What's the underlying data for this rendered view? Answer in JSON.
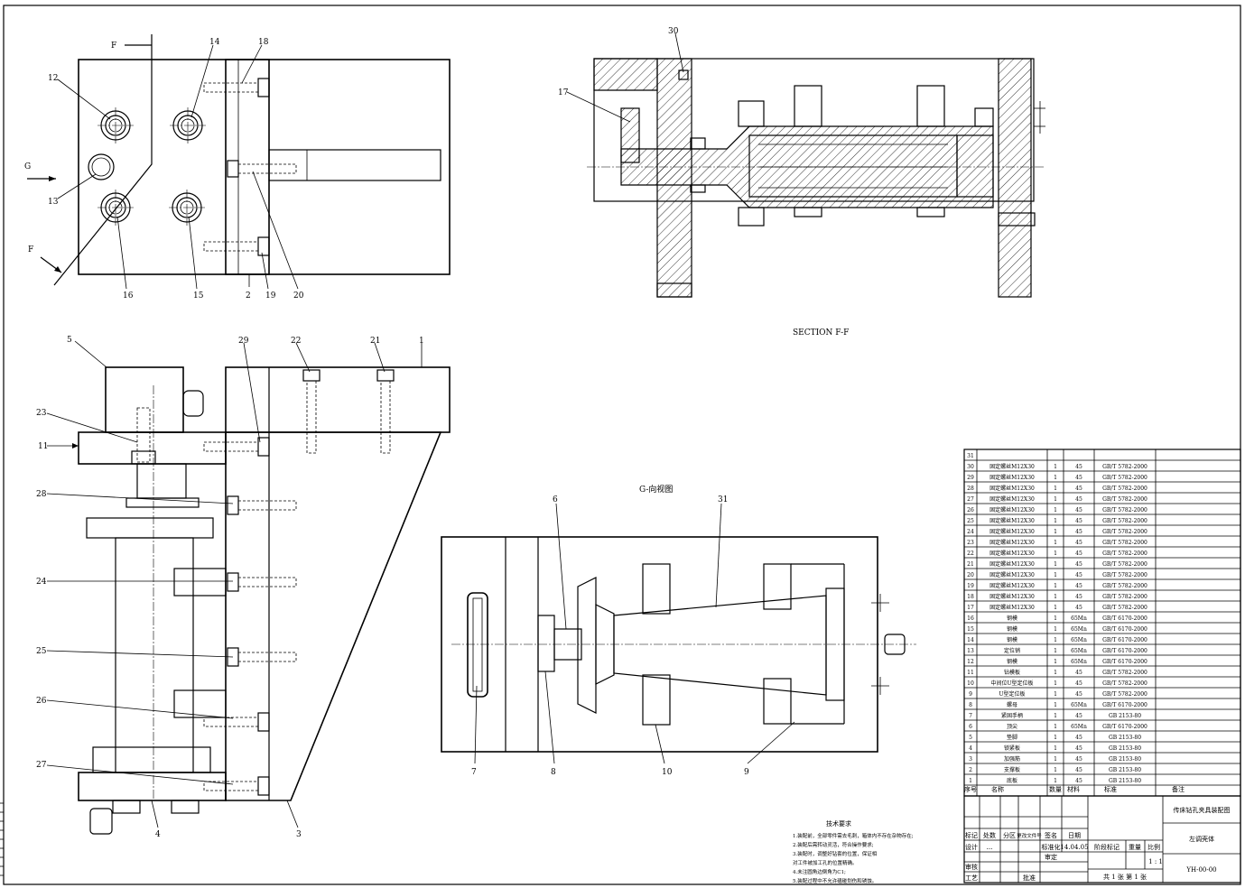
{
  "views": {
    "top_view": {
      "section_marker": "F",
      "arrow_label": "G",
      "callouts": [
        "12",
        "14",
        "18",
        "13",
        "16",
        "15",
        "2",
        "19",
        "20"
      ]
    },
    "section_view": {
      "title": "SECTION  F-F",
      "callouts": [
        "30",
        "17"
      ]
    },
    "front_view": {
      "callouts": [
        "5",
        "29",
        "22",
        "21",
        "1",
        "23",
        "11",
        "28",
        "24",
        "25",
        "26",
        "27",
        "4",
        "3"
      ]
    },
    "g_view": {
      "title": "G-向视图",
      "callouts": [
        "6",
        "31",
        "7",
        "8",
        "10",
        "9"
      ]
    }
  },
  "bom": {
    "headers": {
      "no": "序号",
      "name": "名称",
      "qty": "数量",
      "material": "材料",
      "standard": "标准",
      "note": "备注"
    },
    "rows": [
      {
        "no": "31",
        "name": "",
        "qty": "",
        "material": "",
        "standard": ""
      },
      {
        "no": "30",
        "name": "固定螺丝M12X30",
        "qty": "1",
        "material": "45",
        "standard": "GB/T 5782-2000"
      },
      {
        "no": "29",
        "name": "固定螺丝M12X30",
        "qty": "1",
        "material": "45",
        "standard": "GB/T 5782-2000"
      },
      {
        "no": "28",
        "name": "固定螺丝M12X30",
        "qty": "1",
        "material": "45",
        "standard": "GB/T 5782-2000"
      },
      {
        "no": "27",
        "name": "固定螺丝M12X30",
        "qty": "1",
        "material": "45",
        "standard": "GB/T 5782-2000"
      },
      {
        "no": "26",
        "name": "固定螺丝M12X30",
        "qty": "1",
        "material": "45",
        "standard": "GB/T 5782-2000"
      },
      {
        "no": "25",
        "name": "固定螺丝M12X30",
        "qty": "1",
        "material": "45",
        "standard": "GB/T 5782-2000"
      },
      {
        "no": "24",
        "name": "固定螺丝M12X30",
        "qty": "1",
        "material": "45",
        "standard": "GB/T 5782-2000"
      },
      {
        "no": "23",
        "name": "固定螺丝M12X30",
        "qty": "1",
        "material": "45",
        "standard": "GB/T 5782-2000"
      },
      {
        "no": "22",
        "name": "固定螺丝M12X30",
        "qty": "1",
        "material": "45",
        "standard": "GB/T 5782-2000"
      },
      {
        "no": "21",
        "name": "固定螺丝M12X30",
        "qty": "1",
        "material": "45",
        "standard": "GB/T 5782-2000"
      },
      {
        "no": "20",
        "name": "固定螺丝M12X30",
        "qty": "1",
        "material": "45",
        "standard": "GB/T 5782-2000"
      },
      {
        "no": "19",
        "name": "固定螺丝M12X30",
        "qty": "1",
        "material": "45",
        "standard": "GB/T 5782-2000"
      },
      {
        "no": "18",
        "name": "固定螺丝M12X30",
        "qty": "1",
        "material": "45",
        "standard": "GB/T 5782-2000"
      },
      {
        "no": "17",
        "name": "固定螺丝M12X30",
        "qty": "1",
        "material": "45",
        "standard": "GB/T 5782-2000"
      },
      {
        "no": "16",
        "name": "钢模",
        "qty": "1",
        "material": "65Mn",
        "standard": "GB/T 6170-2000"
      },
      {
        "no": "15",
        "name": "钢模",
        "qty": "1",
        "material": "65Mn",
        "standard": "GB/T 6170-2000"
      },
      {
        "no": "14",
        "name": "钢模",
        "qty": "1",
        "material": "65Mn",
        "standard": "GB/T 6170-2000"
      },
      {
        "no": "13",
        "name": "定位销",
        "qty": "1",
        "material": "65Mn",
        "standard": "GB/T 6170-2000"
      },
      {
        "no": "12",
        "name": "钢模",
        "qty": "1",
        "material": "65Mn",
        "standard": "GB/T 6170-2000"
      },
      {
        "no": "11",
        "name": "钻模板",
        "qty": "1",
        "material": "45",
        "standard": "GB/T 5782-2000"
      },
      {
        "no": "10",
        "name": "中间位U型定位板",
        "qty": "1",
        "material": "45",
        "standard": "GB/T 5782-2000"
      },
      {
        "no": "9",
        "name": "U型定位板",
        "qty": "1",
        "material": "45",
        "standard": "GB/T 5782-2000"
      },
      {
        "no": "8",
        "name": "螺母",
        "qty": "1",
        "material": "65Mn",
        "standard": "GB/T 6170-2000"
      },
      {
        "no": "7",
        "name": "紧固手柄",
        "qty": "1",
        "material": "45",
        "standard": "GB 2153-80"
      },
      {
        "no": "6",
        "name": "顶尖",
        "qty": "1",
        "material": "65Mn",
        "standard": "GB/T 6170-2000"
      },
      {
        "no": "5",
        "name": "垫脚",
        "qty": "1",
        "material": "45",
        "standard": "GB 2153-80"
      },
      {
        "no": "4",
        "name": "锁紧板",
        "qty": "1",
        "material": "45",
        "standard": "GB 2153-80"
      },
      {
        "no": "3",
        "name": "加强筋",
        "qty": "1",
        "material": "45",
        "standard": "GB 2153-80"
      },
      {
        "no": "2",
        "name": "支撑板",
        "qty": "1",
        "material": "45",
        "standard": "GB 2153-80"
      },
      {
        "no": "1",
        "name": "底板",
        "qty": "1",
        "material": "45",
        "standard": "GB 2153-80"
      }
    ]
  },
  "title_block": {
    "drawing_title": "传床钻孔夹具装配图",
    "part_name": "左调壳体",
    "drawing_no": "YH-00-00",
    "rev_mark": "标记",
    "rev_count": "处数",
    "rev_zone": "分区",
    "rev_doc": "更改文件号",
    "rev_sign": "签名",
    "rev_date": "日期",
    "design": "设计",
    "design_name": "...",
    "standardize": "标准化",
    "date_value": "14.04.05",
    "stage_mark": "阶段标记",
    "weight": "重量",
    "scale": "比例",
    "scale_value": "1 : 1",
    "review": "审核",
    "approve": "审定",
    "process": "工艺",
    "ratify": "批准",
    "sheets": "共 1 张  第 1 张"
  },
  "tech_req": {
    "title": "技术要求",
    "lines": [
      "1.装配前，全部零件需去毛刺，箱体内不存在杂物存在;",
      "2.装配后需转动灵活，符合操作要求;",
      "3.装配时，调整好钻套的位置，保证相",
      "  对工件被加工孔的位置精确。",
      "4.未注圆角边倒角为C1;",
      "5.装配过程中不允许磕碰划伤和锈蚀。"
    ]
  }
}
